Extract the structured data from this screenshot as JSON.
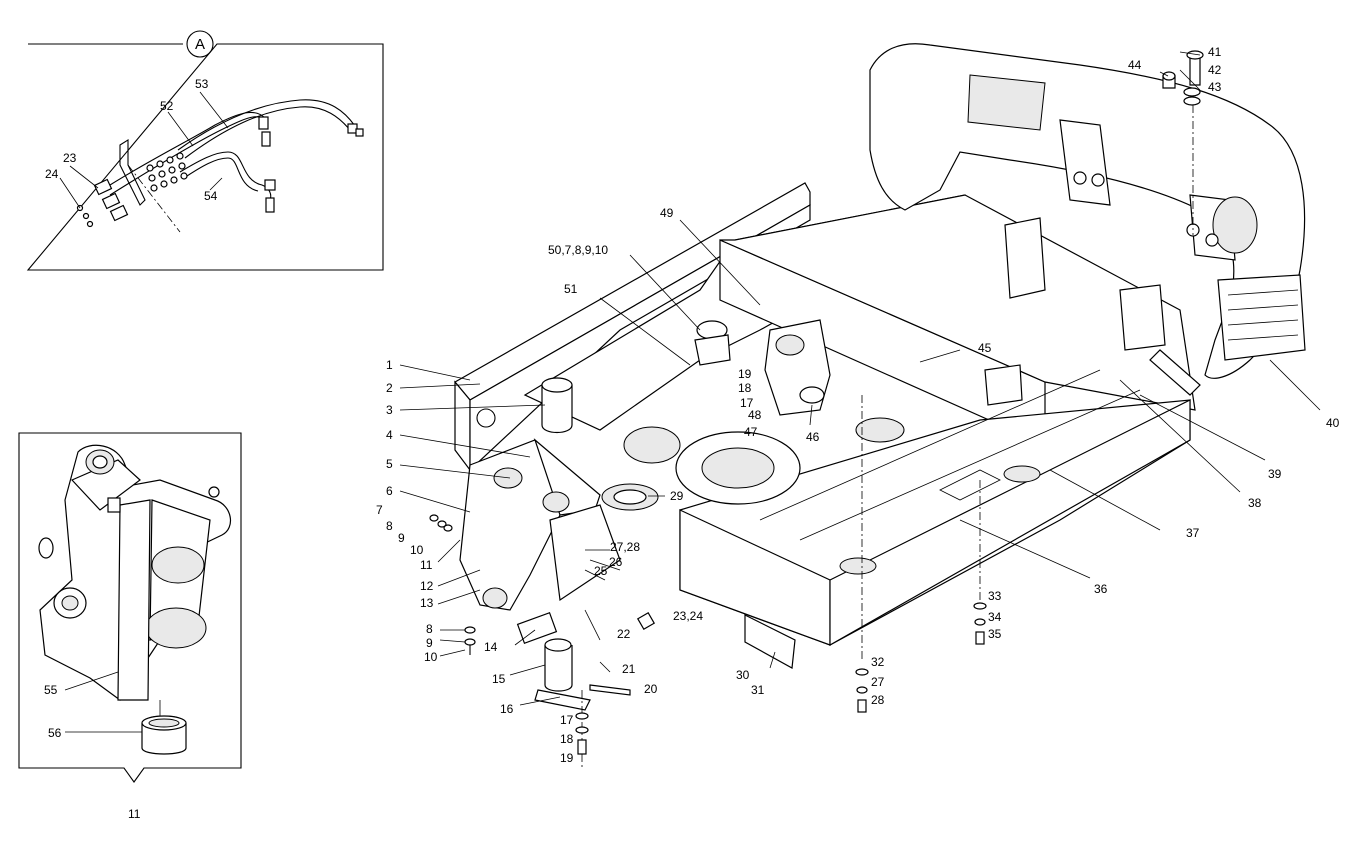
{
  "detail_a": {
    "marker": "A"
  },
  "detail_11": {
    "label": "11"
  },
  "callouts": [
    {
      "id": "c-53",
      "text": "53"
    },
    {
      "id": "c-52",
      "text": "52"
    },
    {
      "id": "c-23a",
      "text": "23"
    },
    {
      "id": "c-24a",
      "text": "24"
    },
    {
      "id": "c-54",
      "text": "54"
    },
    {
      "id": "c-55",
      "text": "55"
    },
    {
      "id": "c-56",
      "text": "56"
    },
    {
      "id": "c-1",
      "text": "1"
    },
    {
      "id": "c-2",
      "text": "2"
    },
    {
      "id": "c-3",
      "text": "3"
    },
    {
      "id": "c-4",
      "text": "4"
    },
    {
      "id": "c-5",
      "text": "5"
    },
    {
      "id": "c-6",
      "text": "6"
    },
    {
      "id": "c-7",
      "text": "7"
    },
    {
      "id": "c-8a",
      "text": "8"
    },
    {
      "id": "c-9a",
      "text": "9"
    },
    {
      "id": "c-10a",
      "text": "10"
    },
    {
      "id": "c-11",
      "text": "11"
    },
    {
      "id": "c-12",
      "text": "12"
    },
    {
      "id": "c-13",
      "text": "13"
    },
    {
      "id": "c-8b",
      "text": "8"
    },
    {
      "id": "c-9b",
      "text": "9"
    },
    {
      "id": "c-10b",
      "text": "10"
    },
    {
      "id": "c-14",
      "text": "14"
    },
    {
      "id": "c-15",
      "text": "15"
    },
    {
      "id": "c-16",
      "text": "16"
    },
    {
      "id": "c-17a",
      "text": "17"
    },
    {
      "id": "c-18a",
      "text": "18"
    },
    {
      "id": "c-19a",
      "text": "19"
    },
    {
      "id": "c-20",
      "text": "20"
    },
    {
      "id": "c-21",
      "text": "21"
    },
    {
      "id": "c-22",
      "text": "22"
    },
    {
      "id": "c-23-24",
      "text": "23,24"
    },
    {
      "id": "c-25",
      "text": "25"
    },
    {
      "id": "c-26",
      "text": "26"
    },
    {
      "id": "c-27-28",
      "text": "27,28"
    },
    {
      "id": "c-29",
      "text": "29"
    },
    {
      "id": "c-30",
      "text": "30"
    },
    {
      "id": "c-31",
      "text": "31"
    },
    {
      "id": "c-32",
      "text": "32"
    },
    {
      "id": "c-27",
      "text": "27"
    },
    {
      "id": "c-28",
      "text": "28"
    },
    {
      "id": "c-33",
      "text": "33"
    },
    {
      "id": "c-34",
      "text": "34"
    },
    {
      "id": "c-35",
      "text": "35"
    },
    {
      "id": "c-36",
      "text": "36"
    },
    {
      "id": "c-37",
      "text": "37"
    },
    {
      "id": "c-38",
      "text": "38"
    },
    {
      "id": "c-39",
      "text": "39"
    },
    {
      "id": "c-40",
      "text": "40"
    },
    {
      "id": "c-41",
      "text": "41"
    },
    {
      "id": "c-42",
      "text": "42"
    },
    {
      "id": "c-43",
      "text": "43"
    },
    {
      "id": "c-44",
      "text": "44"
    },
    {
      "id": "c-45",
      "text": "45"
    },
    {
      "id": "c-46",
      "text": "46"
    },
    {
      "id": "c-47",
      "text": "47"
    },
    {
      "id": "c-48",
      "text": "48"
    },
    {
      "id": "c-49",
      "text": "49"
    },
    {
      "id": "c-50",
      "text": "50,7,8,9,10"
    },
    {
      "id": "c-51",
      "text": "51"
    },
    {
      "id": "c-19b",
      "text": "19"
    },
    {
      "id": "c-18b",
      "text": "18"
    },
    {
      "id": "c-17b",
      "text": "17"
    },
    {
      "id": "c-a-frame",
      "text": "A"
    }
  ]
}
